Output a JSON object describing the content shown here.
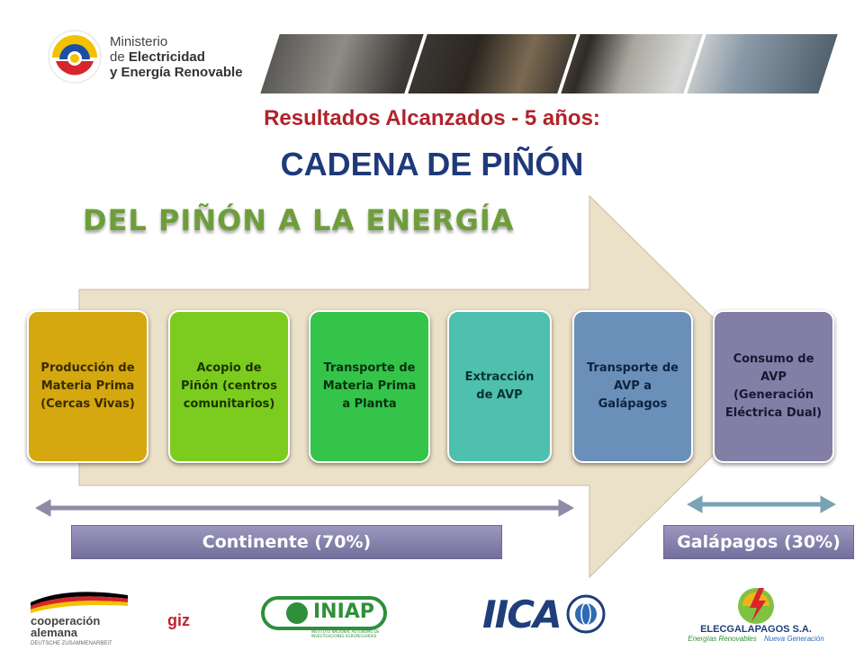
{
  "header": {
    "logo_line1": "Ministerio",
    "logo_line2_pre": "de ",
    "logo_line2_bold": "Electricidad",
    "logo_line3": "y Energía Renovable"
  },
  "titles": {
    "results": "Resultados Alcanzados - 5 años:",
    "main": "CADENA DE PIÑÓN",
    "subtitle": "DEL PIÑÓN A LA ENERGÍA"
  },
  "steps": [
    {
      "label": "Producción de Materia Prima (Cercas Vivas)",
      "color": "#d4a80e",
      "text_color": "#3a2a00"
    },
    {
      "label": "Acopio de Piñón (centros comunitarios)",
      "color": "#7bcc1e",
      "text_color": "#1b3300"
    },
    {
      "label": "Transporte de Materia Prima a Planta",
      "color": "#35c44a",
      "text_color": "#08300f"
    },
    {
      "label": "Extracción de AVP",
      "color": "#4fbfae",
      "text_color": "#083330"
    },
    {
      "label": "Transporte de AVP a Galápagos",
      "color": "#6a8fb8",
      "text_color": "#0d2340"
    },
    {
      "label": "Consumo de AVP (Generación Eléctrica Dual)",
      "color": "#827ea6",
      "text_color": "#1a1733"
    }
  ],
  "regions": {
    "continent": "Continente  (70%)",
    "galapagos": "Galápagos (30%)"
  },
  "footer": {
    "coop_line1": "cooperación",
    "coop_line2": "alemana",
    "coop_line3": "DEUTSCHE ZUSAMMENARBEIT",
    "giz": "giz",
    "iniap": "INIAP",
    "iniap_sub": "INSTITUTO NACIONAL AUTÓNOMO DE INVESTIGACIONES AGROPECUARIAS",
    "iica": "IICA",
    "elec": "ELECGALAPAGOS S.A.",
    "elec_sub1": "Energías Renovables",
    "elec_sub2": "Nueva Generación"
  },
  "colors": {
    "results_title": "#b0232a",
    "main_title": "#1f3a7a",
    "subtitle": "#6e9e3a",
    "arrow_fill": "#ebe0c8",
    "range_arrow": "#8e8aa8",
    "galapagos_arrow": "#7aa3b4",
    "region_box": "#7c78a3"
  }
}
